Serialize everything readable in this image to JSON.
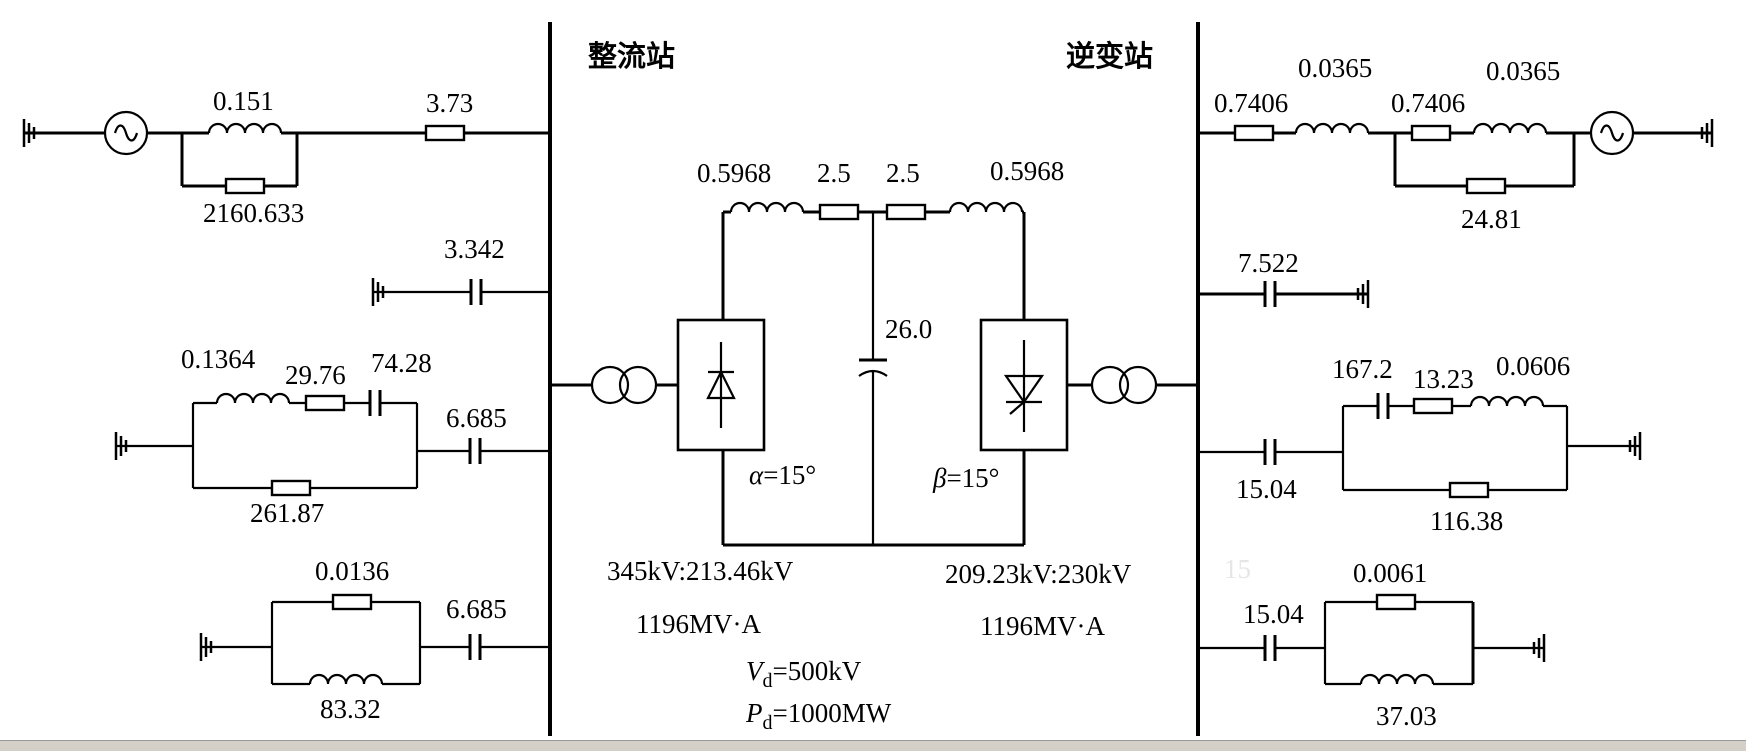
{
  "stations": {
    "rectifier": "整流站",
    "inverter": "逆变站"
  },
  "rectifier_side": {
    "source_inductance": "0.151",
    "source_parallel_resistance": "2160.633",
    "series_resistance": "3.73",
    "filter_capacitor": "3.342",
    "filter2_inductance": "0.1364",
    "filter2_resistance": "29.76",
    "filter2_capacitance": "74.28",
    "filter2_parallel_resistance": "261.87",
    "filter2_series_capacitance": "6.685",
    "filter3_resistance": "0.0136",
    "filter3_inductance": "83.32",
    "filter3_series_capacitance": "6.685"
  },
  "dc_link": {
    "inductance_left": "0.5968",
    "resistance_left": "2.5",
    "resistance_right": "2.5",
    "inductance_right": "0.5968",
    "capacitance": "26.0",
    "alpha_symbol": "α",
    "alpha_value": "=15°",
    "beta_symbol": "β",
    "beta_value": "=15°",
    "rect_transformer_ratio": "345kV:213.46kV",
    "rect_transformer_rating": "1196MV·A",
    "inv_transformer_ratio": "209.23kV:230kV",
    "inv_transformer_rating": "1196MV·A",
    "vd_symbol": "V",
    "vd_sub": "d",
    "vd_value": "=500kV",
    "pd_symbol": "P",
    "pd_sub": "d",
    "pd_value": "=1000MW"
  },
  "inverter_side": {
    "series_resistance": "0.7406",
    "series_inductance": "0.0365",
    "source_resistance": "0.7406",
    "source_inductance": "0.0365",
    "source_parallel_resistance": "24.81",
    "filter_capacitor": "7.522",
    "filter2_capacitance": "167.2",
    "filter2_resistance": "13.23",
    "filter2_inductance": "0.0606",
    "filter2_series_capacitance": "15.04",
    "filter2_parallel_resistance": "116.38",
    "filter3_faint_label": "15",
    "filter3_series_capacitance": "15.04",
    "filter3_resistance": "0.0061",
    "filter3_inductance": "37.03"
  },
  "colors": {
    "line": "#000000",
    "background": "#ffffff",
    "statusbar": "#d4d0c8"
  }
}
